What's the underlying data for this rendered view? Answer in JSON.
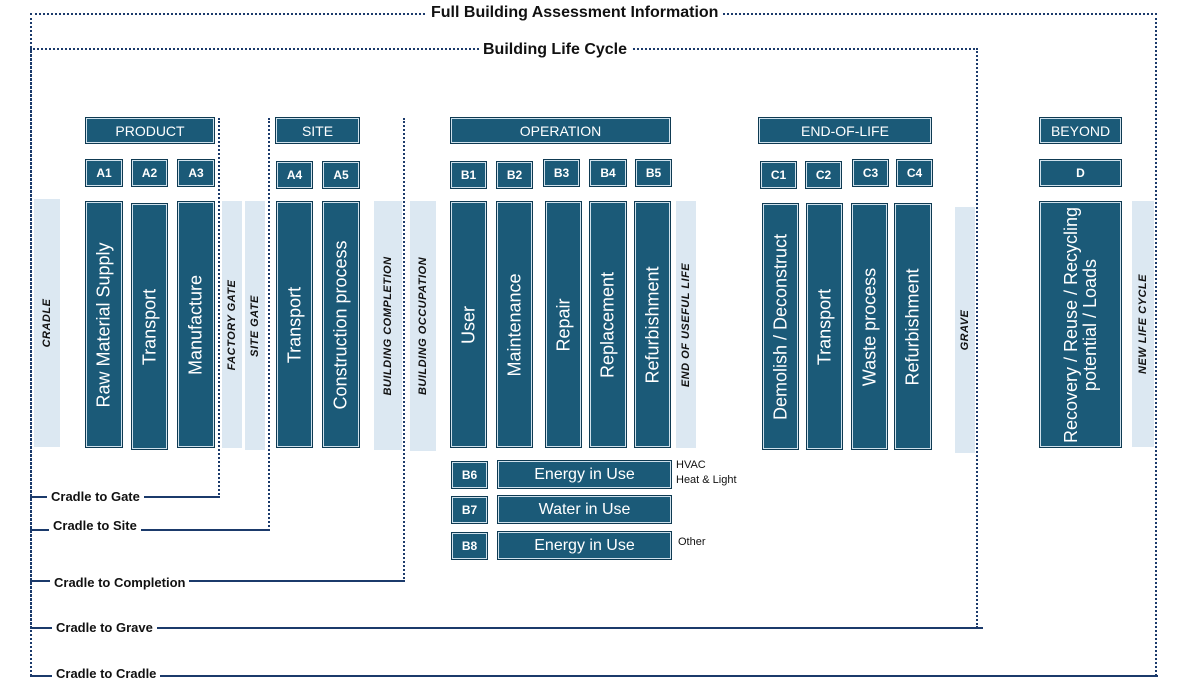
{
  "titles": {
    "full": "Full Building Assessment Information",
    "life_cycle": "Building Life Cycle"
  },
  "stages": {
    "product": {
      "header": "PRODUCT",
      "modules": [
        {
          "code": "A1",
          "label": "Raw Material Supply"
        },
        {
          "code": "A2",
          "label": "Transport"
        },
        {
          "code": "A3",
          "label": "Manufacture"
        }
      ]
    },
    "site": {
      "header": "SITE",
      "modules": [
        {
          "code": "A4",
          "label": "Transport"
        },
        {
          "code": "A5",
          "label": "Construction process"
        }
      ]
    },
    "operation": {
      "header": "OPERATION",
      "modules": [
        {
          "code": "B1",
          "label": "User"
        },
        {
          "code": "B2",
          "label": "Maintenance"
        },
        {
          "code": "B3",
          "label": "Repair"
        },
        {
          "code": "B4",
          "label": "Replacement"
        },
        {
          "code": "B5",
          "label": "Refurbishment"
        }
      ]
    },
    "end_of_life": {
      "header": "END-OF-LIFE",
      "modules": [
        {
          "code": "C1",
          "label": "Demolish / Deconstruct"
        },
        {
          "code": "C2",
          "label": "Transport"
        },
        {
          "code": "C3",
          "label": "Waste process"
        },
        {
          "code": "C4",
          "label": "Refurbishment"
        }
      ]
    },
    "beyond": {
      "header": "BEYOND",
      "modules": [
        {
          "code": "D",
          "label_line1": "Recovery / Reuse / Recycling",
          "label_line2": "potential / Loads"
        }
      ]
    }
  },
  "operational_use": [
    {
      "code": "B6",
      "label": "Energy in Use",
      "note_line1": "HVAC",
      "note_line2": "Heat & Light"
    },
    {
      "code": "B7",
      "label": "Water in Use",
      "note_line1": "",
      "note_line2": ""
    },
    {
      "code": "B8",
      "label": "Energy in Use",
      "note_line1": "Other",
      "note_line2": ""
    }
  ],
  "milestones": {
    "cradle": "CRADLE",
    "factory_gate": "FACTORY GATE",
    "site_gate": "SITE GATE",
    "building_completion": "BUILDING COMPLETION",
    "building_occupation": "BUILDING OCCUPATION",
    "end_of_useful_life": "END OF USEFUL LIFE",
    "grave": "GRAVE",
    "new_life_cycle": "NEW LIFE CYCLE"
  },
  "scopes": {
    "cradle_to_gate": "Cradle to Gate",
    "cradle_to_site": "Cradle to Site",
    "cradle_to_completion": "Cradle to Completion",
    "cradle_to_grave": "Cradle to Grave",
    "cradle_to_cradle": "Cradle to Cradle"
  },
  "colors": {
    "module_fill": "#1b5a78",
    "milestone_fill": "#dce8f2",
    "line": "#1b3a6b"
  }
}
